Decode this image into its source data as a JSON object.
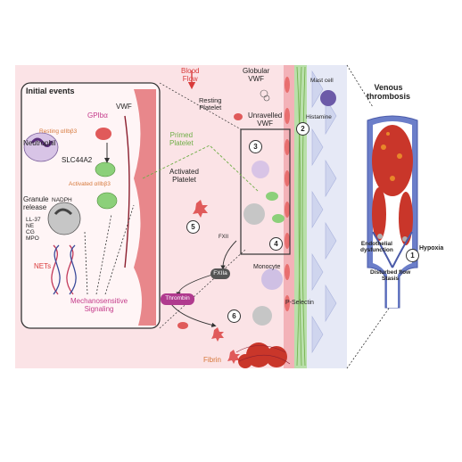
{
  "labels": {
    "blood_flow": "Blood\nFlow",
    "globular_vwf": "Globular\nVWF",
    "mast_cell": "Mast cell",
    "resting_platelet": "Resting\nPlatelet",
    "unravelled_vwf": "Unravelled\nVWF",
    "histamine": "Histamine",
    "venous_thrombosis": "Venous\nthrombosis",
    "initial_events": "Initial events",
    "vwf": "VWF",
    "gpiba": "GPIbα",
    "resting_integrin": "Resting αIIbβ3",
    "neutrophil": "Neutrophil",
    "slc44a2": "SLC44A2",
    "activated_integrin": "Activated αIIbβ3",
    "granule_release": "Granule\nrelease",
    "nadph": "NADPH",
    "granule_list": "LL-37\nNE\nCG\nMPO",
    "nets": "NETs",
    "mechanosensitive": "Mechanosensitive\nSignaling",
    "primed_platelet": "Primed\nPlatelet",
    "activated_platelet": "Activated\nPlatelet",
    "fxii": "FXII",
    "fxiia": "FXIIa",
    "monocyte": "Monocyte",
    "thrombin": "Thrombin",
    "p_selectin": "P-Selectin",
    "fibrin": "Fibrin",
    "endothelial": "Endothelial\ndysfunction",
    "hypoxia": "Hypoxia",
    "disturbed_flow": "Disturbed flow\nStasis"
  },
  "steps": [
    "1",
    "2",
    "3",
    "4",
    "5",
    "6"
  ],
  "colors": {
    "panel_bg": "#fbe3e6",
    "endothelium": "#e86f6f",
    "green_layer": "#8fc97a",
    "vessel_blue": "#5b6fc1",
    "thrombus": "#c9362a",
    "thrombin_pill": "#b03a8e",
    "fxiia_pill": "#555555"
  }
}
